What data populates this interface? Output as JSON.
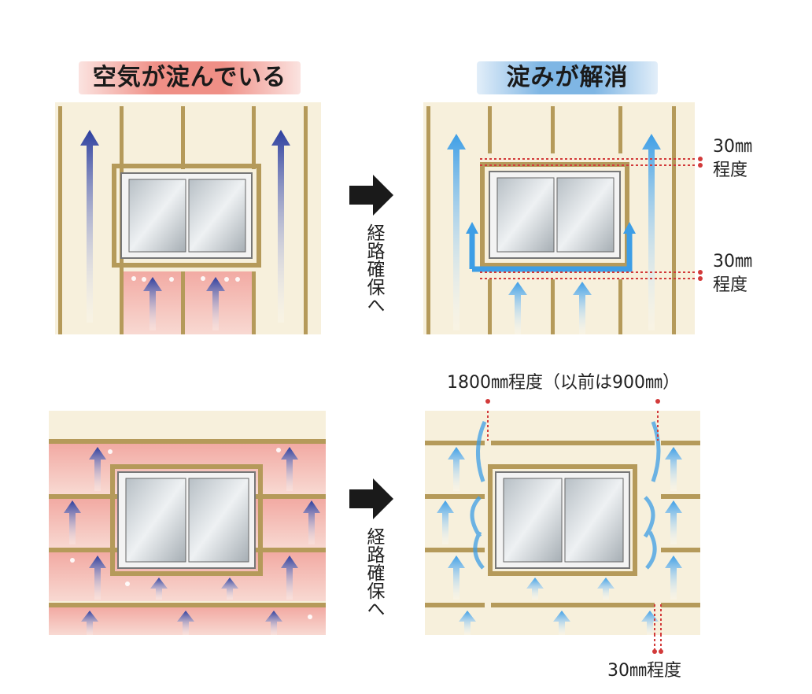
{
  "titles": {
    "before": "空気が淀んでいる",
    "after": "淀みが解消"
  },
  "transition_label": "経路確保へ",
  "dimensions": {
    "gap_top": "30㎜",
    "gap_top_suffix": "程度",
    "gap_bottom": "30㎜",
    "gap_bottom_suffix": "程度",
    "stud_spacing": "1800㎜程度（以前は900㎜）",
    "batten_gap": "30㎜程度"
  },
  "colors": {
    "wall": "#f7f0dc",
    "stud": "#b59a5a",
    "stagnant": "#ee9a93",
    "arrow_dark": "#2c3e9e",
    "arrow_light": "#3d9ee6",
    "dim_line": "#d23a3a"
  }
}
